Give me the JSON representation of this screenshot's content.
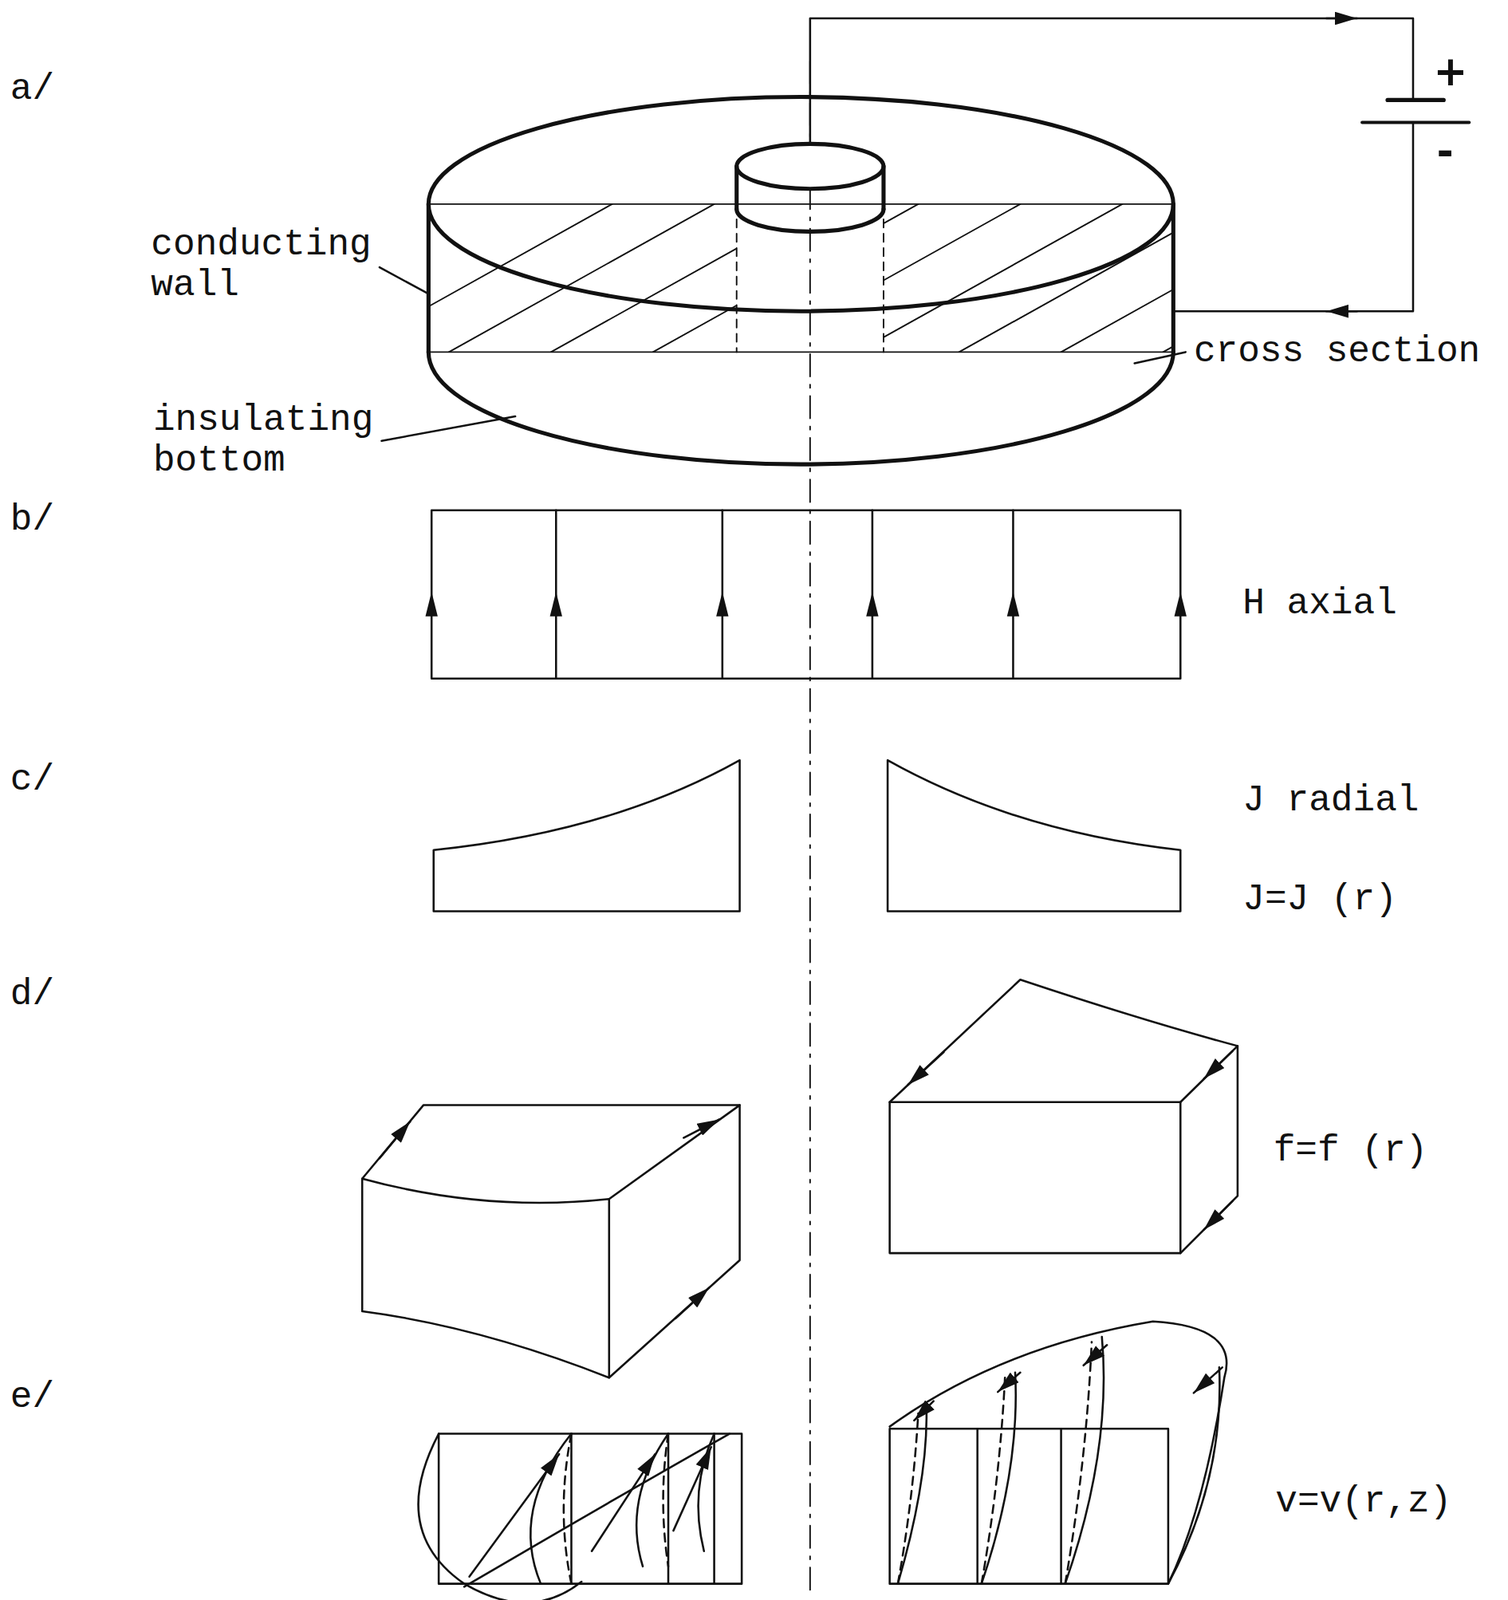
{
  "diagram": {
    "labels": [
      "a/",
      "conducting wall",
      "insulating bottom",
      "cross section",
      "+",
      "-",
      "b/",
      "H axial",
      "c/",
      "J radial",
      "J=J (r)",
      "d/",
      "f=f (r)",
      "e/",
      "v=v(r,z)"
    ]
  }
}
